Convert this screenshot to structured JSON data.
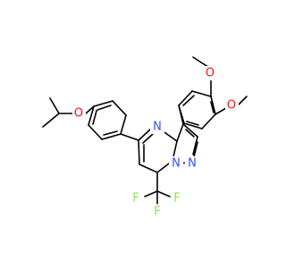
{
  "molecule": {
    "atom_labels": {
      "oxygen": "O",
      "nitrogen": "N",
      "fluorine": "F"
    },
    "colors": {
      "bond": "#000000",
      "oxygen": "#ff0d0d",
      "nitrogen": "#3050f8",
      "fluorine": "#90e050"
    }
  }
}
